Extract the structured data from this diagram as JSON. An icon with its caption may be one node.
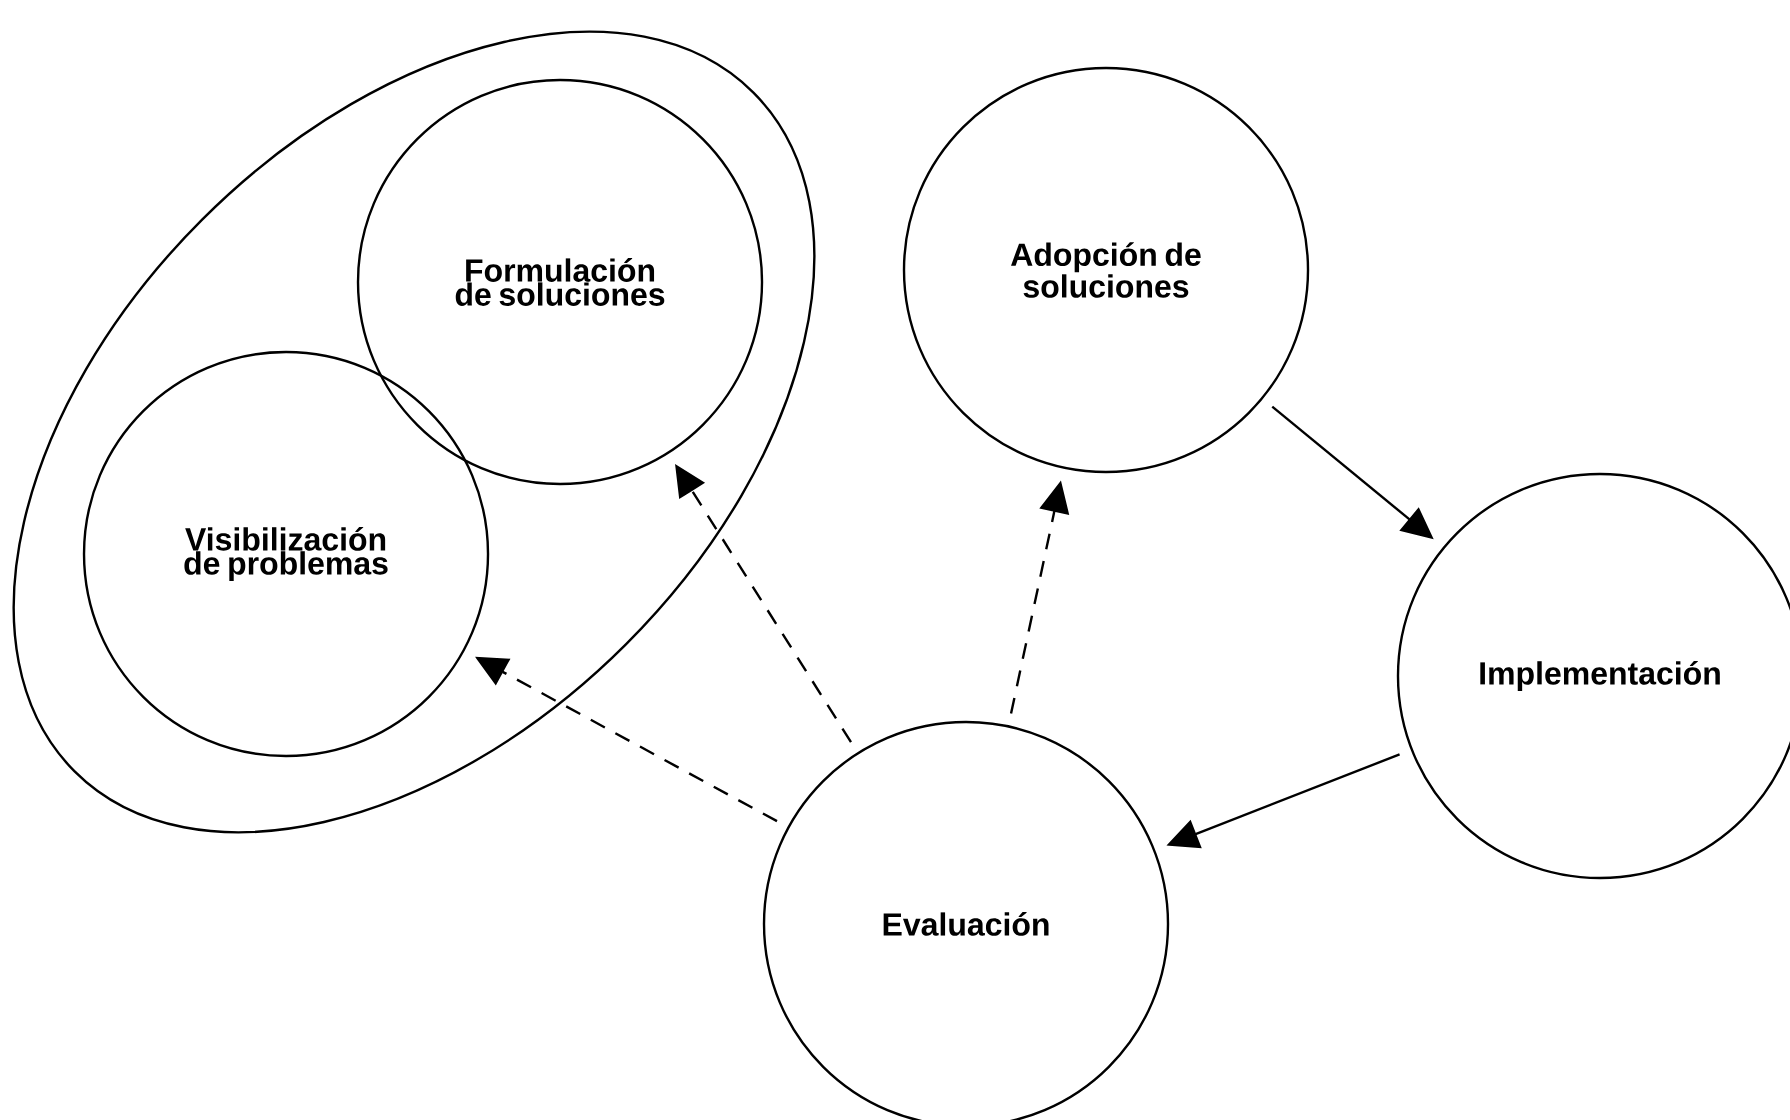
{
  "diagram": {
    "nodes": [
      {
        "text": [],
        "shape": "ellipse"
      },
      {
        "text": [
          "Formulación de soluciones"
        ],
        "in": 0
      },
      {
        "text": [
          "Visibilización de problemas"
        ],
        "in": 0
      },
      {
        "text": [
          "Adopción de soluciones"
        ]
      },
      {
        "text": [
          "Implementación"
        ]
      },
      {
        "text": [
          "Evaluación"
        ]
      }
    ],
    "edges": [
      {
        "from": 3,
        "to": 4,
        "arrow": "to"
      },
      {
        "from": 4,
        "to": 5,
        "arrow": "to"
      },
      {
        "from": 5,
        "to": 3,
        "arrow": "to",
        "style": "dashed"
      },
      {
        "from": 5,
        "to": 1,
        "arrow": "to",
        "style": "dashed"
      },
      {
        "from": 5,
        "to": 2,
        "arrow": "to",
        "style": "dashed"
      }
    ]
  }
}
